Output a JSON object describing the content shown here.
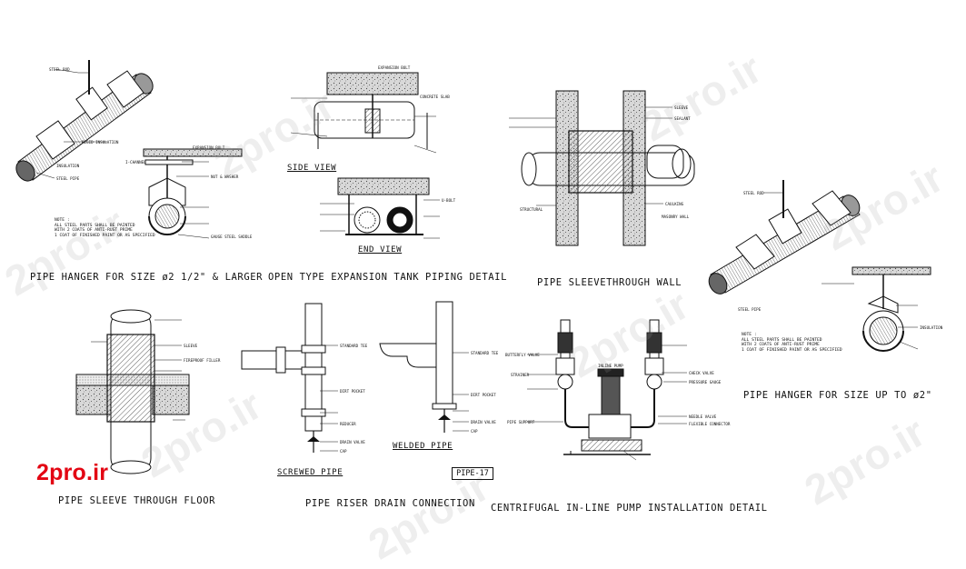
{
  "titles": {
    "pipe_hanger_large": "PIPE HANGER FOR SIZE ø2 1/2\" & LARGER",
    "expansion_tank": "OPEN TYPE EXPANSION TANK PIPING DETAIL",
    "sleeve_wall": "PIPE SLEEVETHROUGH WALL",
    "hanger_small": "PIPE HANGER FOR SIZE UP TO ø2\"",
    "sleeve_floor": "PIPE SLEEVE THROUGH FLOOR",
    "riser_drain": "PIPE RISER DRAIN CONNECTION",
    "pump": "CENTRIFUGAL IN-LINE PUMP INSTALLATION DETAIL",
    "side_view": "SIDE VIEW",
    "end_view": "END VIEW",
    "screwed_pipe": "SCREWED PIPE",
    "welded_pipe": "WELDED PIPE",
    "sheet_tag": "PIPE-17"
  },
  "notes": {
    "hanger_large": [
      "NOTE :",
      "ALL STEEL PARTS SHALL BE PAINTED",
      "WITH 2 COATS OF ANTI-RUST PRIME",
      "1 COAT OF FINISHED PAINT OR AS SPECIFIED"
    ],
    "hanger_small": [
      "NOTE :",
      "ALL STEEL PARTS SHALL BE PAINTED",
      "WITH 2 COATS OF ANTI-RUST PRIME",
      "1 COAT OF FINISHED PAINT OR AS SPECIFIED"
    ]
  },
  "labels": {
    "steel_rod": "STEEL ROD",
    "insulation": "INSULATION",
    "rigid_insulation": "RIGID INSULATION",
    "steel_pipe": "STEEL PIPE",
    "expansion_bolt": "EXPANSION BOLT",
    "i_channel": "I-CHANNEL",
    "nut_washer": "NUT & WASHER",
    "gauge": "GAUGE STEEL SADDLE",
    "concrete_slab": "CONCRETE SLAB",
    "u_bolt": "U-BOLT",
    "sleeve": "SLEEVE",
    "sealant": "SEALANT",
    "caulking": "CAULKING",
    "standard_tee": "STANDARD TEE",
    "dirt_pocket": "DIRT POCKET",
    "drain_valve": "DRAIN VALVE",
    "cap": "CAP",
    "reducer": "REDUCER",
    "butterfly_valve": "BUTTERFLY VALVE",
    "strainer": "STRAINER",
    "check_valve": "CHECK VALVE",
    "pressure_gauge": "PRESSURE GAUGE",
    "flexible_connector": "FLEXIBLE CONNECTOR",
    "inline_pump": "INLINE PUMP",
    "pipe_support": "PIPE SUPPORT",
    "needle_valve": "NEEDLE VALVE",
    "fire_barrier": "FIREPROOF FILLER",
    "structural": "STRUCTURAL",
    "masonry_wall": "MASONRY WALL"
  },
  "logo": "2pro.ir",
  "watermark": "2pro.ir"
}
